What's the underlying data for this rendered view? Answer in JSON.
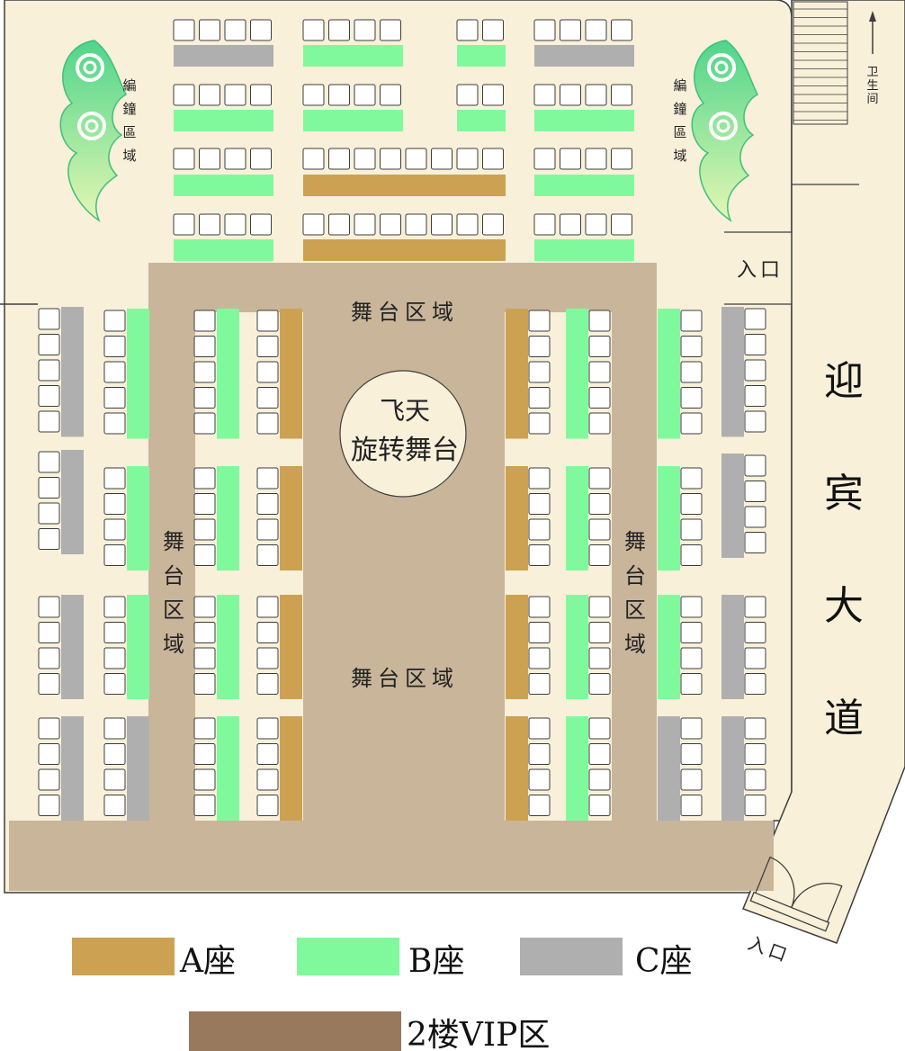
{
  "colors": {
    "floor": "#f8f0d9",
    "stage": "#c9b59a",
    "seat_a": "#cda152",
    "seat_b": "#80f99c",
    "seat_c": "#afafaf",
    "vip": "#98795d",
    "outline": "#3d3d3d",
    "circle": "#f8f0d9"
  },
  "labels": {
    "stage_top": "舞台区域",
    "stage_center": "舞台区域",
    "stage_left": "舞台区域",
    "stage_right": "舞台区域",
    "rotating_line1": "飞天",
    "rotating_line2": "旋转舞台",
    "entrance_top": "入口",
    "entrance_bottom": "入口",
    "restroom": "卫生间",
    "avenue": "迎宾大道",
    "bell_left": "編鐘區域",
    "bell_right": "編鐘區域"
  },
  "legend": [
    {
      "label": "A座",
      "color_key": "seat_a"
    },
    {
      "label": "B座",
      "color_key": "seat_b"
    },
    {
      "label": "C座",
      "color_key": "seat_c"
    },
    {
      "label": "2楼VIP区",
      "color_key": "vip"
    }
  ],
  "icons": [
    "cloud-ornament-icon",
    "up-arrow-icon",
    "stairs-icon",
    "double-door-icon"
  ]
}
